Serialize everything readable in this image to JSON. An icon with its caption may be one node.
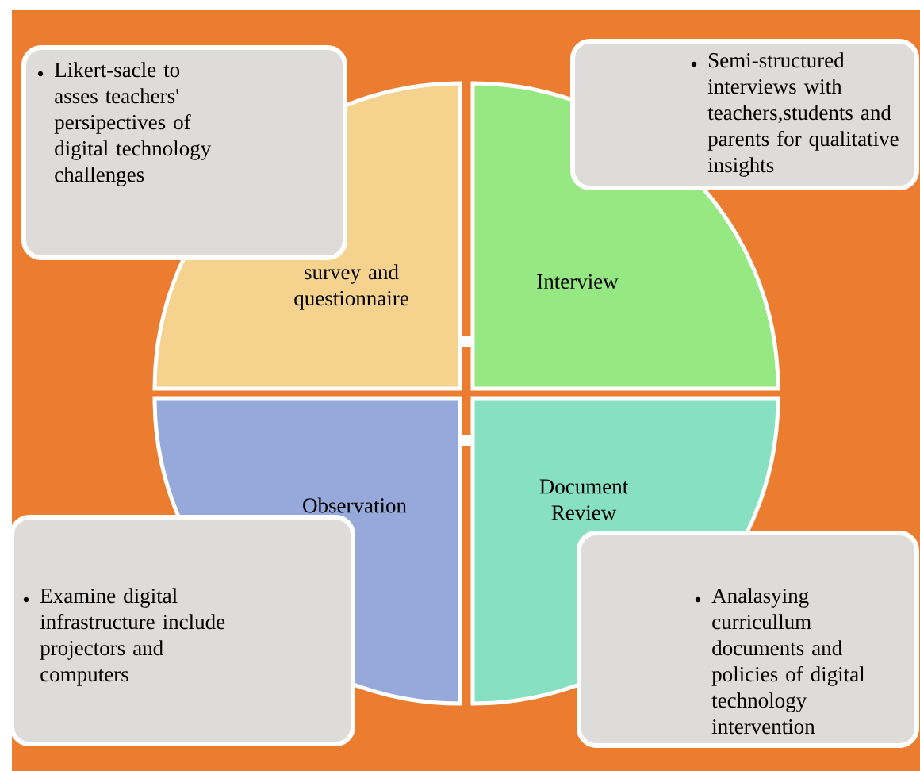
{
  "diagram": {
    "nodes": [
      {
        "text": [
          "Likert-sacle to asses teachers' persipectives of digital technology challenges"
        ]
      },
      {
        "text": [
          "survey and questionnaire"
        ]
      },
      {
        "text": [
          "Semi-structured interviews with teachers,students and parents for qualitative insights"
        ]
      },
      {
        "text": [
          "Interview"
        ]
      },
      {
        "text": [
          "Observation"
        ]
      },
      {
        "text": [
          "Document Review"
        ]
      },
      {
        "text": [
          "Examine digital infrastructure include projectors and computers"
        ]
      },
      {
        "text": [
          "Analasying curricullum documents and policies of digital technology intervention"
        ]
      }
    ]
  }
}
